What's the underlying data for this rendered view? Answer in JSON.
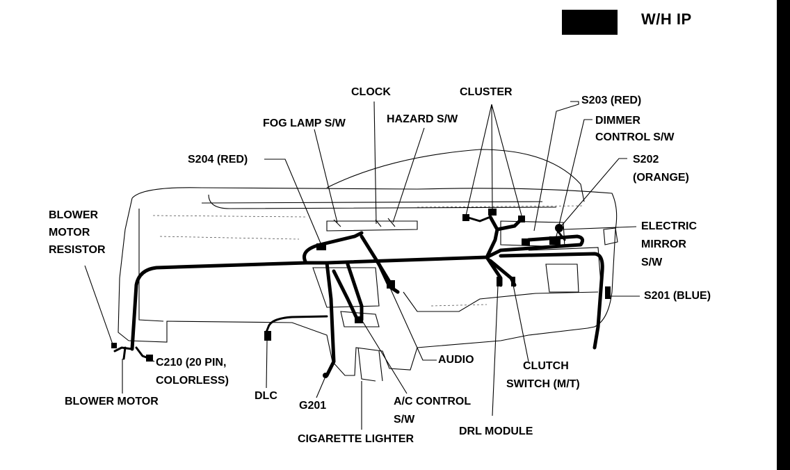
{
  "title": "W/H IP",
  "labels": {
    "clock": "CLOCK",
    "cluster": "CLUSTER",
    "s203": "S203 (RED)",
    "fog_lamp": "FOG LAMP S/W",
    "hazard": "HAZARD S/W",
    "dimmer_line1": "DIMMER",
    "dimmer_line2": "CONTROL S/W",
    "s204": "S204 (RED)",
    "s202_line1": "S202",
    "s202_line2": "(ORANGE)",
    "blower_resistor_line1": "BLOWER",
    "blower_resistor_line2": "MOTOR",
    "blower_resistor_line3": "RESISTOR",
    "electric_mirror_line1": "ELECTRIC",
    "electric_mirror_line2": "MIRROR",
    "electric_mirror_line3": "S/W",
    "s201": "S201 (BLUE)",
    "audio": "AUDIO",
    "clutch_line1": "CLUTCH",
    "clutch_line2": "SWITCH (M/T)",
    "c210_line1": "C210 (20 PIN,",
    "c210_line2": "COLORLESS)",
    "blower_motor": "BLOWER MOTOR",
    "dlc": "DLC",
    "g201": "G201",
    "ac_line1": "A/C CONTROL",
    "ac_line2": "S/W",
    "drl": "DRL MODULE",
    "cigarette": "CIGARETTE LIGHTER"
  }
}
